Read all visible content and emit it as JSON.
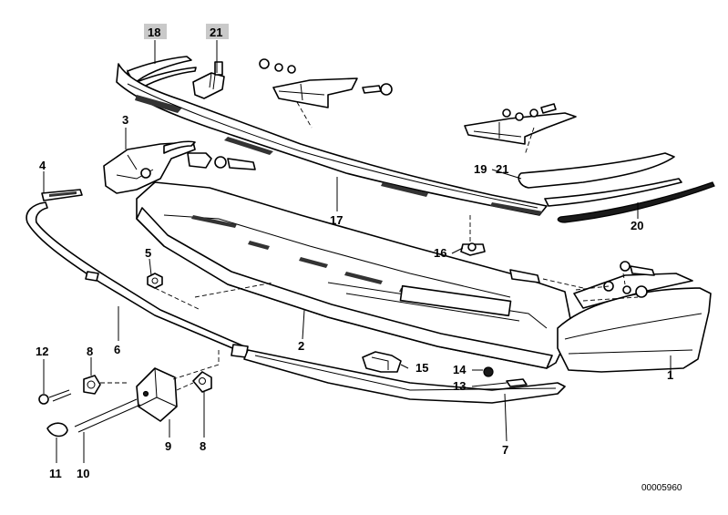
{
  "diagram_code": "00005960",
  "highlight_color": "#c9c9c9",
  "callouts": [
    {
      "id": "c18",
      "text": "18",
      "highlighted": true
    },
    {
      "id": "c21a",
      "text": "21",
      "highlighted": true
    },
    {
      "id": "c3",
      "text": "3",
      "highlighted": false
    },
    {
      "id": "c4",
      "text": "4",
      "highlighted": false
    },
    {
      "id": "c19",
      "text": "19",
      "highlighted": false
    },
    {
      "id": "c21b",
      "text": "21",
      "highlighted": false
    },
    {
      "id": "c17",
      "text": "17",
      "highlighted": false
    },
    {
      "id": "c20",
      "text": "20",
      "highlighted": false
    },
    {
      "id": "c16",
      "text": "16",
      "highlighted": false
    },
    {
      "id": "c5",
      "text": "5",
      "highlighted": false
    },
    {
      "id": "c2",
      "text": "2",
      "highlighted": false
    },
    {
      "id": "c6",
      "text": "6",
      "highlighted": false
    },
    {
      "id": "c12",
      "text": "12",
      "highlighted": false
    },
    {
      "id": "c8a",
      "text": "8",
      "highlighted": false
    },
    {
      "id": "c15",
      "text": "15",
      "highlighted": false
    },
    {
      "id": "c14",
      "text": "14",
      "highlighted": false
    },
    {
      "id": "c13",
      "text": "13",
      "highlighted": false
    },
    {
      "id": "c1",
      "text": "1",
      "highlighted": false
    },
    {
      "id": "c9",
      "text": "9",
      "highlighted": false
    },
    {
      "id": "c8b",
      "text": "8",
      "highlighted": false
    },
    {
      "id": "c11",
      "text": "11",
      "highlighted": false
    },
    {
      "id": "c10",
      "text": "10",
      "highlighted": false
    },
    {
      "id": "c7",
      "text": "7",
      "highlighted": false
    }
  ]
}
